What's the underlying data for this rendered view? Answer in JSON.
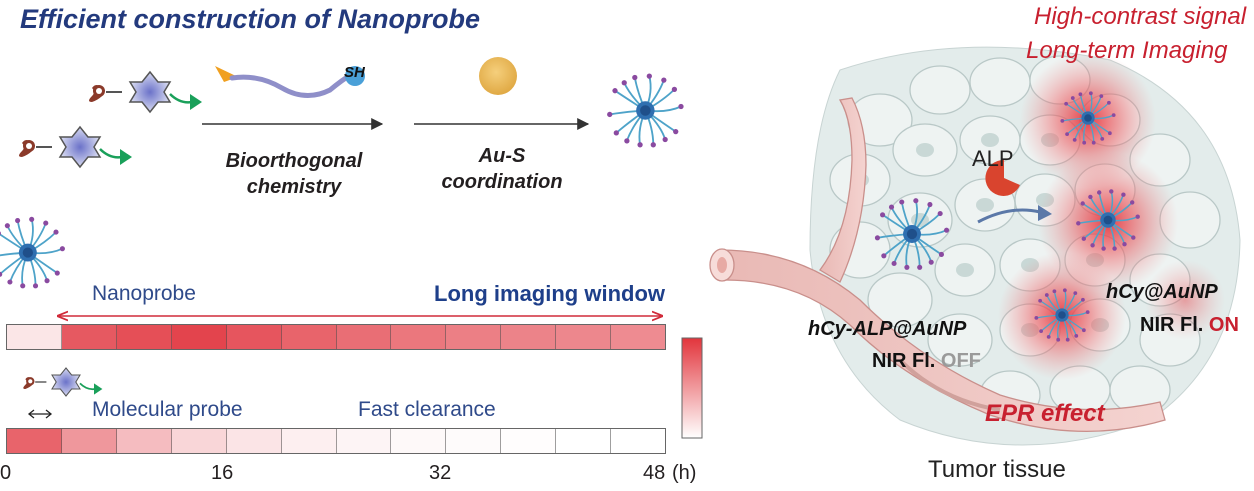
{
  "title": "Efficient construction of Nanoprobe",
  "steps": [
    {
      "line1": "Bioorthogonal",
      "line2": "chemistry"
    },
    {
      "line1": "Au-S",
      "line2": "coordination"
    }
  ],
  "thiol_label": "SH",
  "nanoprobe_label": "Nanoprobe",
  "long_window_label": "Long imaging window",
  "molecular_label": "Molecular probe",
  "fast_clearance_label": "Fast clearance",
  "axis": {
    "ticks": [
      "0",
      "16",
      "32",
      "48"
    ],
    "unit": "(h)"
  },
  "nano_strip_alphas": [
    0.12,
    0.8,
    0.85,
    0.9,
    0.82,
    0.75,
    0.7,
    0.66,
    0.62,
    0.6,
    0.58,
    0.56
  ],
  "mol_strip_alphas": [
    0.75,
    0.5,
    0.32,
    0.2,
    0.13,
    0.08,
    0.05,
    0.03,
    0.02,
    0.01,
    0.0,
    0.0
  ],
  "right": {
    "signal_line1": "High-contrast signal",
    "signal_line2": "Long-term Imaging",
    "alp": "ALP",
    "probe_off": "hCy-ALP@AuNP",
    "nir_fl": "NIR Fl.",
    "off": "OFF",
    "probe_on": "hCy@AuNP",
    "on": "ON",
    "epr": "EPR effect",
    "tissue": "Tumor tissue"
  },
  "colors": {
    "title": "#233a7d",
    "accent_red": "#c8202f",
    "strip_red": "#e0303a",
    "off_gray": "#9a9a9a"
  }
}
